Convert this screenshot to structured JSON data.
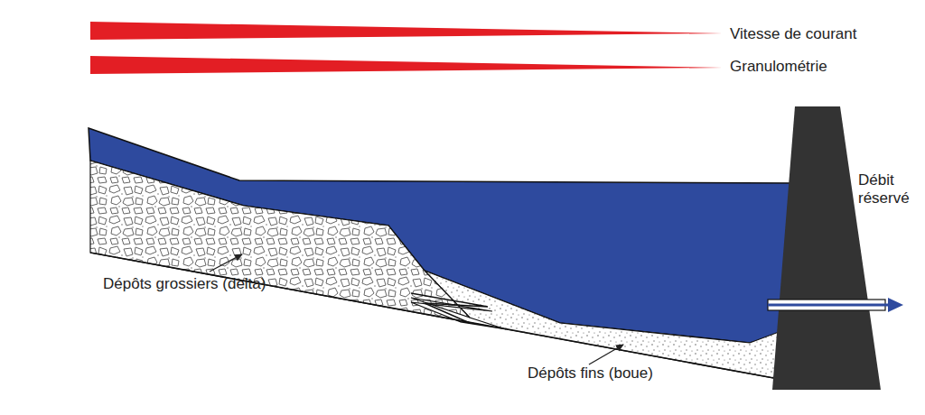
{
  "diagram": {
    "labels": [
      "Vitesse de courant",
      "Granulométrie",
      "Débit réservé",
      "Dépôts grossiers (delta)",
      "Dépôts fins (boue)"
    ]
  }
}
